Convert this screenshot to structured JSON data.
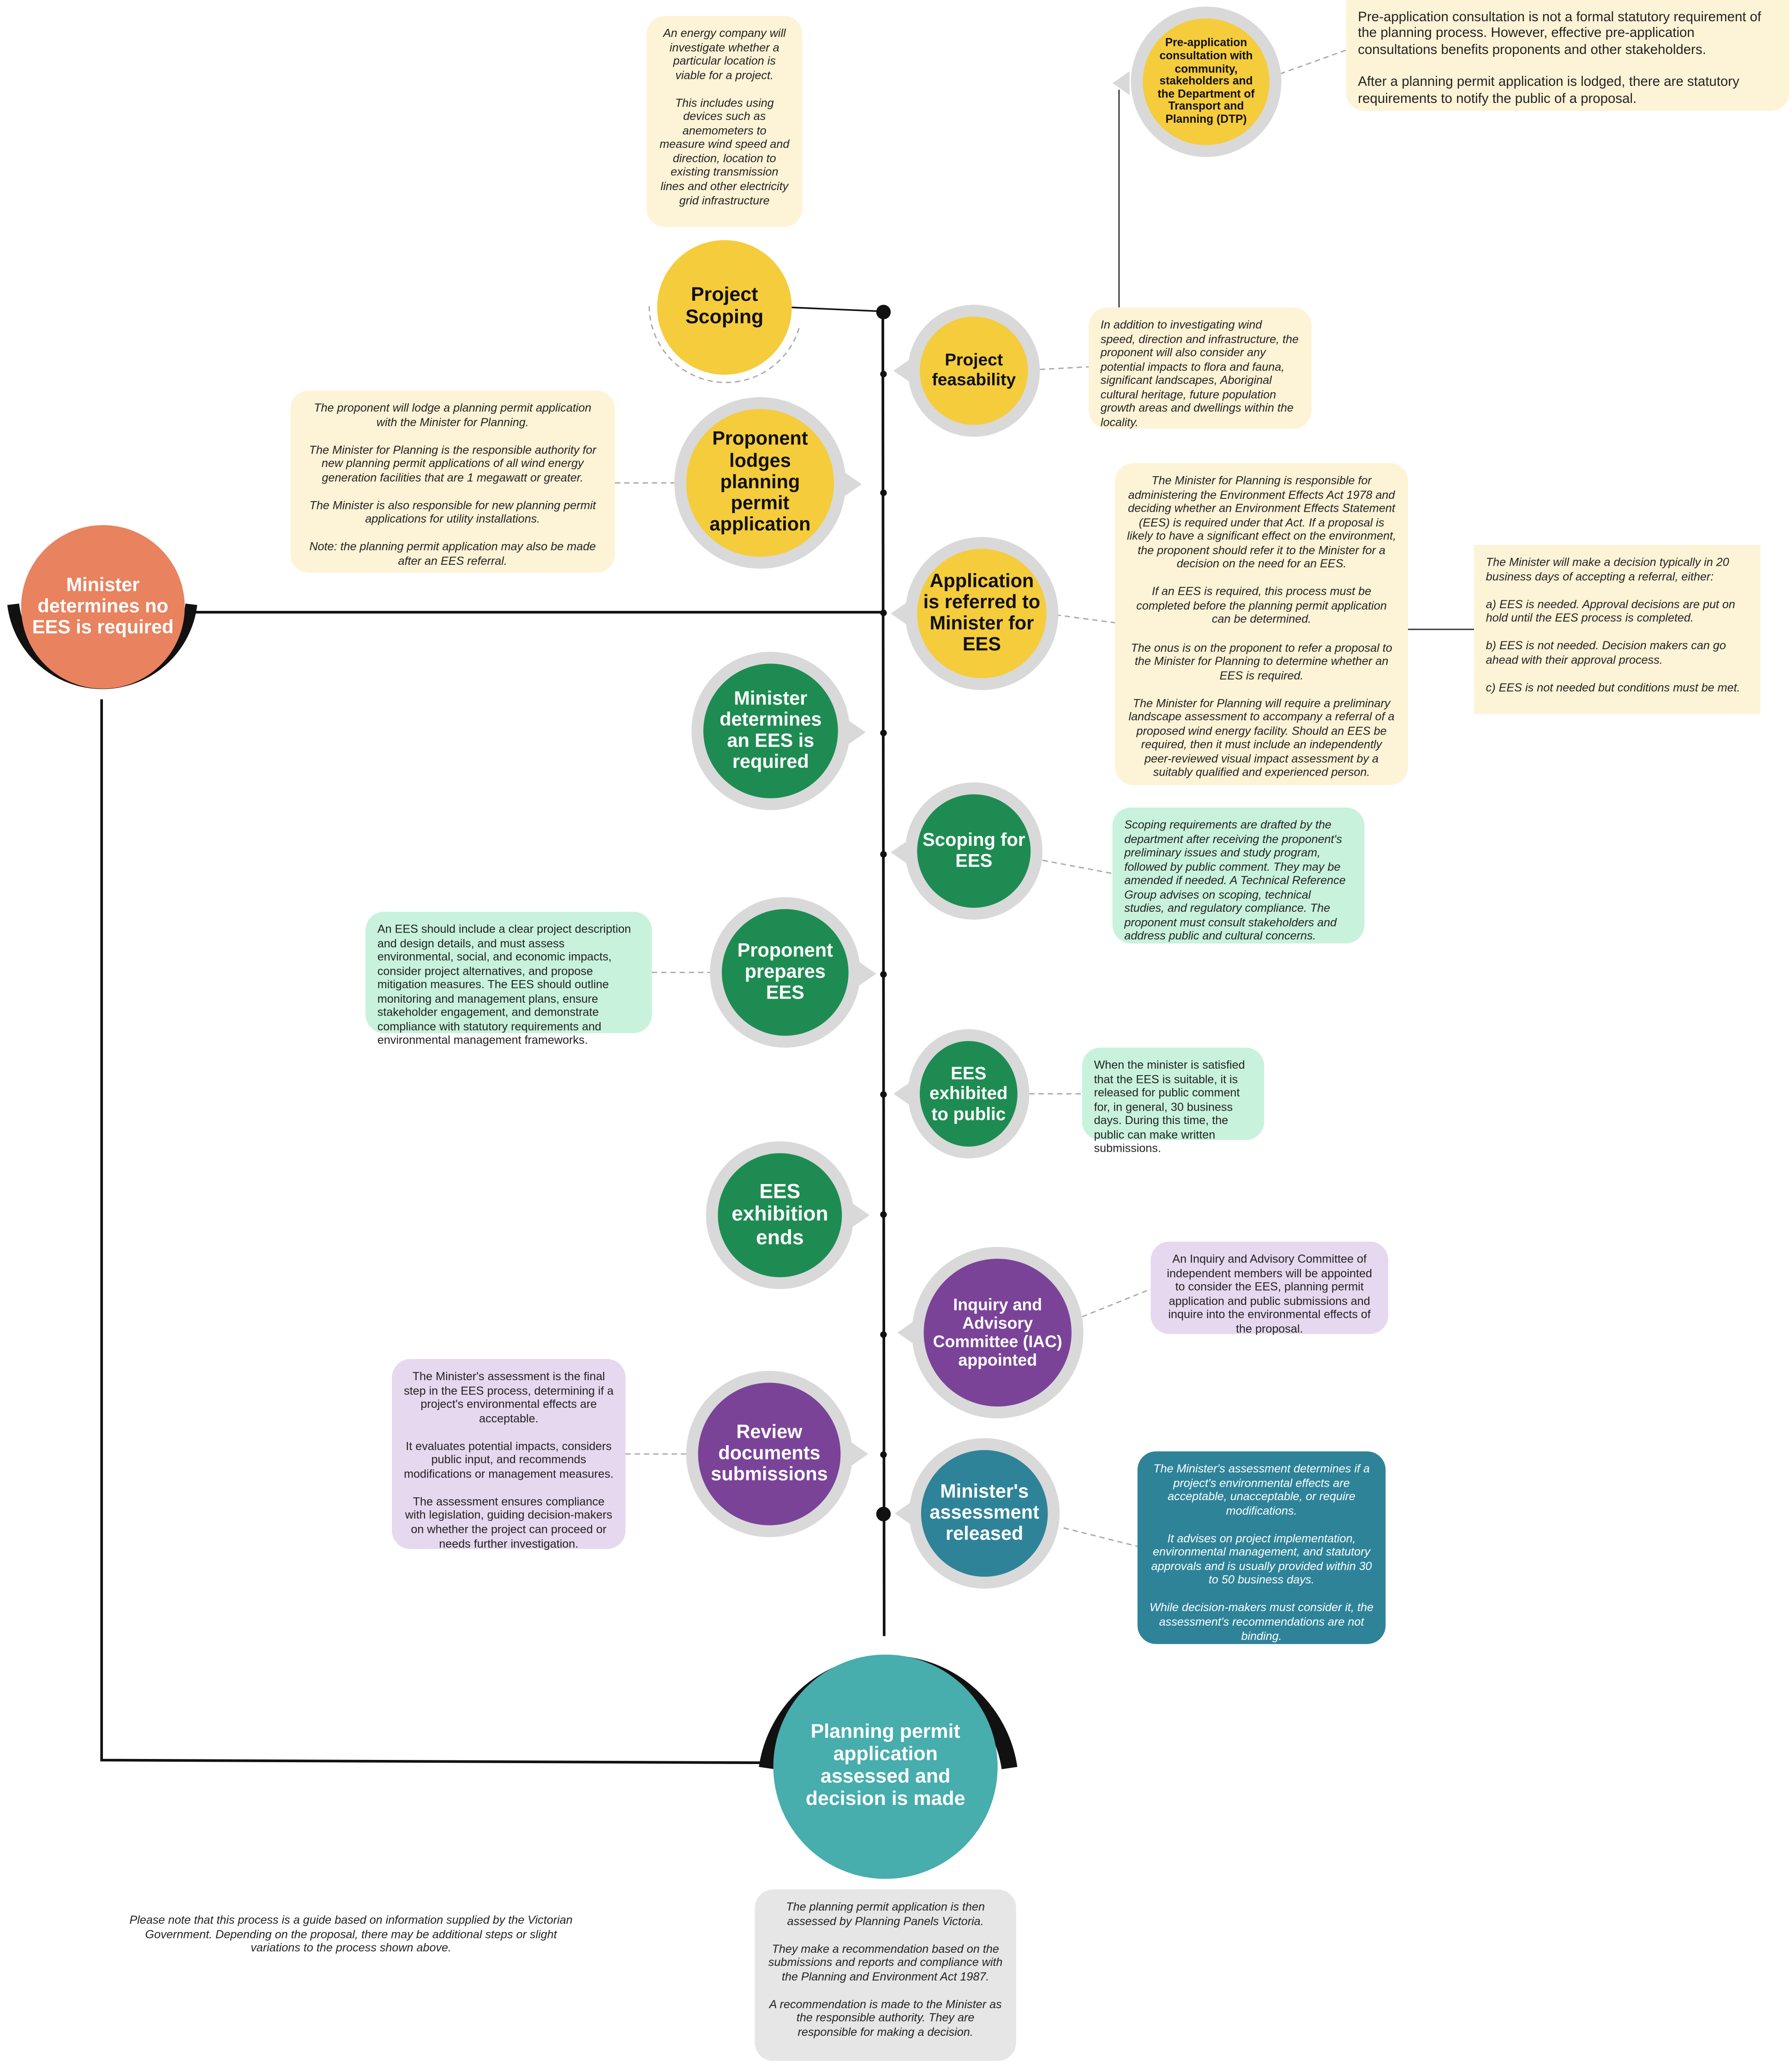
{
  "colors": {
    "yellow": "#f5cc3c",
    "green": "#1e8c52",
    "purple": "#7a4398",
    "teal": "#2e8399",
    "aqua": "#47adad",
    "orange": "#e8825f",
    "ring": "#d9d9d9"
  },
  "steps": {
    "project_scoping": "Project Scoping",
    "pre_application": "Pre-application consultation with community, stakeholders and the Department of Transport and Planning (DTP)",
    "project_feasability": "Project feasability",
    "proponent_lodges": "Proponent lodges planning permit application",
    "application_referred": "Application is referred to Minister for EES",
    "minister_no_ees": "Minister determines no EES is required",
    "minister_ees_required": "Minister determines an EES is required",
    "scoping_for_ees": "Scoping for EES",
    "proponent_prepares": "Proponent prepares EES",
    "ees_exhibited": "EES exhibited to public",
    "ees_exhibition_ends": "EES exhibition ends",
    "iac_appointed": "Inquiry and Advisory Committee (IAC) appointed",
    "review_documents": "Review documents submissions",
    "ministers_assessment": "Minister's assessment released",
    "planning_permit_decision": "Planning permit application assessed and decision is made"
  },
  "notes": {
    "energy_company": "An energy company will investigate whether a particular location is viable for a project.\n\nThis includes using devices such as anemometers to measure wind speed and direction, location to existing transmission lines and other electricity grid infrastructure",
    "pre_application": "Pre-application consultation is not a formal statutory requirement of the planning process. However, effective pre-application consultations benefits proponents and other stakeholders.\n\nAfter a planning permit application is lodged, there are statutory requirements to notify the public of a proposal.",
    "feasability": "In addition to investigating wind speed, direction and infrastructure, the proponent will also consider any potential impacts to flora and fauna, significant landscapes, Aboriginal cultural heritage, future population growth areas and dwellings within the locality.",
    "lodge_application": "The proponent will lodge a planning permit application with the Minister for Planning.\n\nThe Minister for Planning is the responsible authority for new planning permit applications of all wind energy generation facilities that are 1 megawatt or greater.\n\nThe Minister is also responsible for new planning permit applications for utility installations.\n\nNote: the planning permit application may also be made after an EES referral.",
    "referral": "The Minister for Planning is responsible for administering the Environment Effects Act 1978 and deciding whether an Environment Effects Statement (EES) is required under that Act. If a proposal is likely to have a significant effect on the environment, the proponent should refer it to the Minister for a decision on the need for an EES.\n\nIf an EES is required, this process must be completed before the planning permit application can be determined.\n\nThe onus is on the proponent to refer a proposal to the Minister for Planning to determine whether an EES is required.\n\nThe Minister for Planning will require a preliminary landscape assessment to accompany a referral of a proposed wind energy facility. Should an EES be required, then it must include an independently peer-reviewed visual impact assessment by a suitably qualified and experienced person.",
    "minister_decision": "The Minister will make a decision typically in 20 business days of accepting a referral, either:\n\na) EES is needed. Approval decisions are put on hold until the EES process is completed.\n\nb) EES is not needed. Decision makers can go ahead with their approval process.\n\nc) EES is not needed but conditions must be met.",
    "scoping_ees": "Scoping requirements are drafted by the department after receiving the proponent's preliminary issues and study program, followed by public comment. They may be amended if needed. A Technical Reference Group advises on scoping, technical studies, and regulatory compliance. The proponent must consult stakeholders and address public and cultural concerns.",
    "prepare_ees": "An EES should include a clear project description and design details, and must assess environmental, social, and economic impacts, consider project alternatives, and propose mitigation measures. The EES should outline monitoring and management plans, ensure stakeholder engagement, and demonstrate compliance with statutory requirements and environmental management frameworks.",
    "exhibited": "When the minister is satisfied that the EES is suitable, it is released for public comment for, in general, 30 business days. During this time, the public can make written submissions.",
    "iac": "An Inquiry and Advisory Committee of independent members will be appointed to consider the EES, planning permit application and public submissions and inquire into the environmental effects of the proposal.",
    "review": "The Minister's assessment is the final step in the EES process, determining if a project's environmental effects are acceptable.\n\nIt evaluates potential impacts, considers public input, and recommends modifications or management measures.\n\nThe assessment ensures compliance with legislation, guiding decision-makers on whether the project can proceed or needs further investigation.",
    "ministers_assessment": "The Minister's assessment determines if a project's environmental effects are acceptable, unacceptable, or require modifications.\n\nIt advises on project implementation, environmental management, and statutory approvals and is usually provided within 30 to 50 business days.\n\nWhile decision-makers must consider it, the assessment's recommendations are not binding.",
    "planning_panels": "The planning permit application is then assessed by Planning Panels Victoria.\n\nThey make a recommendation based on the submissions and reports and compliance with the Planning and Environment Act 1987.\n\nA recommendation is made to the Minister as the responsible authority. They are responsible for making a decision.",
    "disclaimer": "Please note that this process is a guide based on information supplied by the Victorian Government. Depending on the proposal, there may be additional steps or slight variations to the process shown above."
  }
}
